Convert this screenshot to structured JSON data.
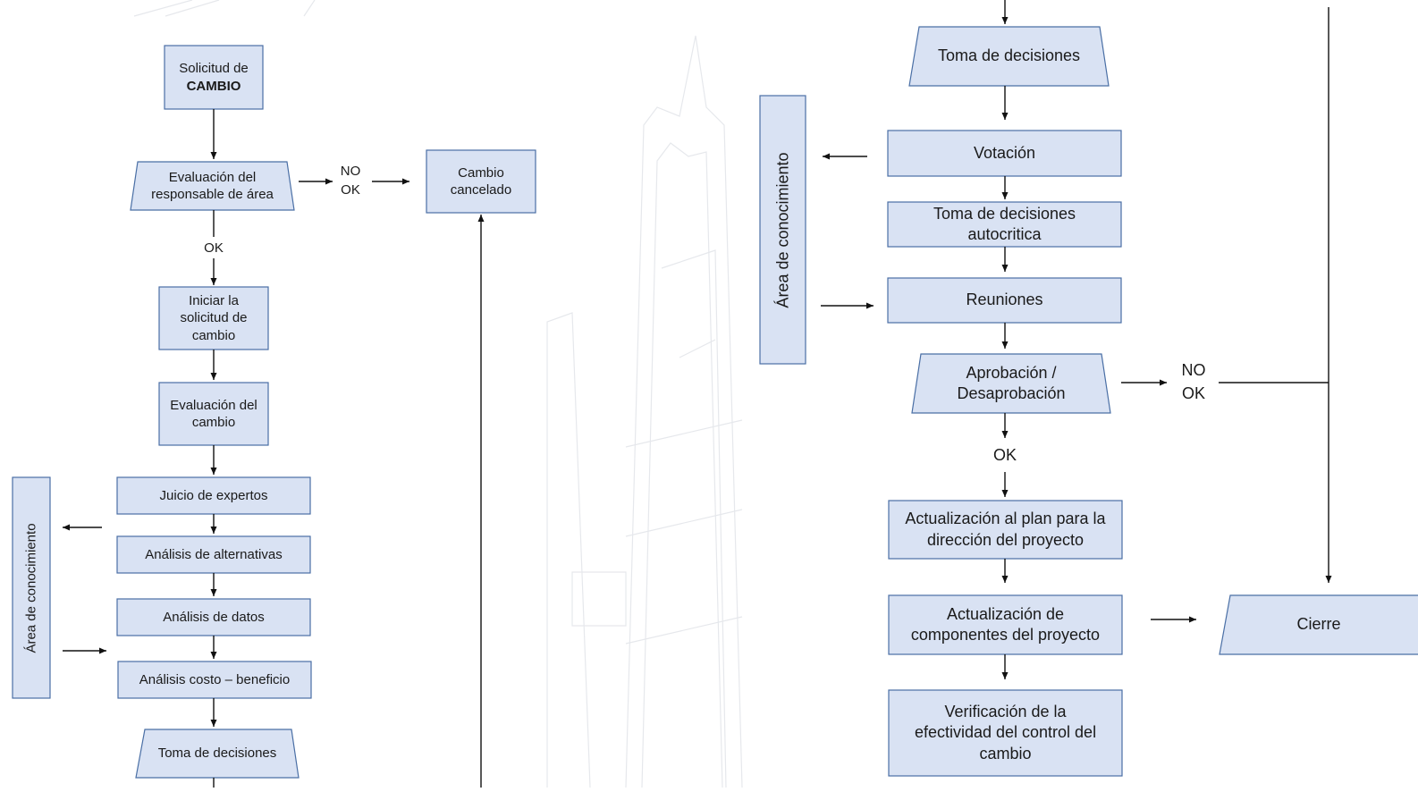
{
  "left": {
    "solicitud_l1": "Solicitud de",
    "solicitud_l2": "CAMBIO",
    "evaluacion_responsable": "Evaluación del\nresponsable de área",
    "no": "NO",
    "ok_side": "OK",
    "cambio_cancelado": "Cambio\ncancelado",
    "ok": "OK",
    "iniciar": "Iniciar la\nsolicitud de\ncambio",
    "evaluacion_cambio": "Evaluación del\ncambio",
    "juicio": "Juicio de expertos",
    "alternativas": "Análisis de alternativas",
    "datos": "Análisis de datos",
    "costo": "Análisis costo – beneficio",
    "toma": "Toma de decisiones",
    "area": "Área de conocimiento"
  },
  "right": {
    "toma": "Toma de decisiones",
    "votacion": "Votación",
    "autocritica": "Toma de decisiones\nautocritica",
    "reuniones": "Reuniones",
    "aprobacion": "Aprobación /\nDesaprobación",
    "no": "NO",
    "ok_side": "OK",
    "ok": "OK",
    "actualizacion_plan": "Actualización al plan para la\ndirección del proyecto",
    "actualizacion_comp": "Actualización de\ncomponentes del proyecto",
    "verificacion": "Verificación de la\nefectividad del control del\ncambio",
    "cierre": "Cierre",
    "area": "Área de conocimiento"
  }
}
